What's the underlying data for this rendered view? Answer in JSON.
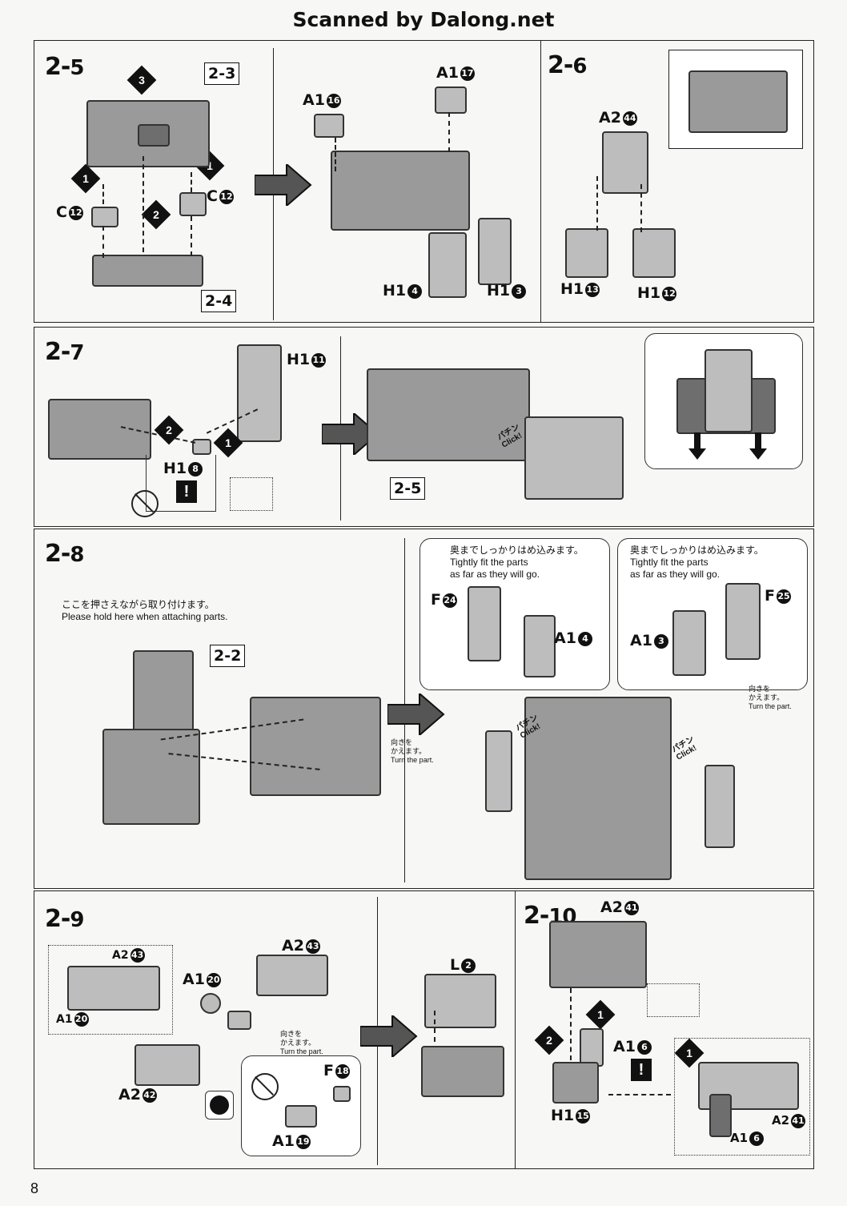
{
  "header": {
    "banner": "Scanned by Dalong.net"
  },
  "page_number": "8",
  "steps": {
    "s25": {
      "num": "2-",
      "n": "5",
      "ref_a": "2-3",
      "ref_b": "2-4",
      "parts": [
        {
          "code": "A1",
          "num": "16"
        },
        {
          "code": "A1",
          "num": "17"
        },
        {
          "code": "C",
          "num": "12"
        },
        {
          "code": "C",
          "num": "12"
        },
        {
          "code": "H1",
          "num": "4"
        },
        {
          "code": "H1",
          "num": "3"
        }
      ],
      "orders": [
        "3",
        "1",
        "1",
        "2"
      ]
    },
    "s26": {
      "num": "2-",
      "n": "6",
      "parts": [
        {
          "code": "A2",
          "num": "44"
        },
        {
          "code": "H1",
          "num": "13"
        },
        {
          "code": "H1",
          "num": "12"
        }
      ]
    },
    "s27": {
      "num": "2-",
      "n": "7",
      "ref": "2-5",
      "parts": [
        {
          "code": "H1",
          "num": "11"
        },
        {
          "code": "H1",
          "num": "8"
        }
      ],
      "orders": [
        "2",
        "1"
      ],
      "click_jp": "パチン",
      "click_en": "Click!"
    },
    "s28": {
      "num": "2-",
      "n": "8",
      "ref": "2-2",
      "hold_jp": "ここを押さえながら取り付けます。",
      "hold_en": "Please hold here when attaching parts.",
      "fit_jp": "奥までしっかりはめ込みます。",
      "fit_en1": "Tightly fit the parts",
      "fit_en2": "as far as they will go.",
      "turn_jp1": "向きを",
      "turn_jp2": "かえます。",
      "turn_en": "Turn the part.",
      "parts": [
        {
          "code": "F",
          "num": "24"
        },
        {
          "code": "A1",
          "num": "4"
        },
        {
          "code": "F",
          "num": "25"
        },
        {
          "code": "A1",
          "num": "3"
        }
      ]
    },
    "s29": {
      "num": "2-",
      "n": "9",
      "parts": [
        {
          "code": "A2",
          "num": "43"
        },
        {
          "code": "A1",
          "num": "20"
        },
        {
          "code": "A2",
          "num": "42"
        },
        {
          "code": "F",
          "num": "18"
        },
        {
          "code": "A1",
          "num": "19"
        },
        {
          "code": "L",
          "num": "2"
        }
      ],
      "turn_jp1": "向きを",
      "turn_jp2": "かえます。",
      "turn_en": "Turn the part."
    },
    "s210": {
      "num": "2-",
      "n": "10",
      "parts": [
        {
          "code": "A2",
          "num": "41"
        },
        {
          "code": "A1",
          "num": "6"
        },
        {
          "code": "H1",
          "num": "15"
        }
      ],
      "orders": [
        "1",
        "2",
        "1"
      ]
    }
  }
}
